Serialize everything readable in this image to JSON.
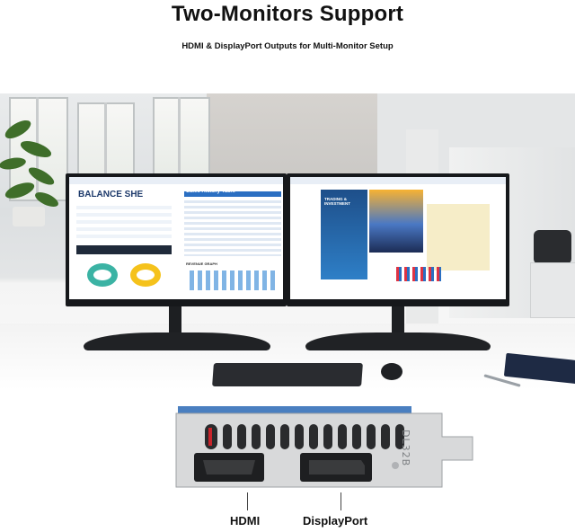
{
  "header": {
    "title": "Two-Monitors Support",
    "subtitle": "HDMI & DisplayPort Outputs for Multi-Monitor Setup"
  },
  "screens": {
    "left": {
      "sheet_title": "BALANCE SHE",
      "table_title": "Sales History Table",
      "graph_title": "REVENUE GRAPH"
    },
    "right": {
      "poster_title": "TRADING & INVESTMENT"
    }
  },
  "bracket": {
    "engraving": "DL32B"
  },
  "ports": {
    "hdmi_label": "HDMI",
    "displayport_label": "DisplayPort"
  },
  "colors": {
    "accent_blue": "#2b6fc2",
    "teal": "#3bb3a4",
    "yellow": "#f5c21b",
    "monitor_black": "#16181b"
  }
}
